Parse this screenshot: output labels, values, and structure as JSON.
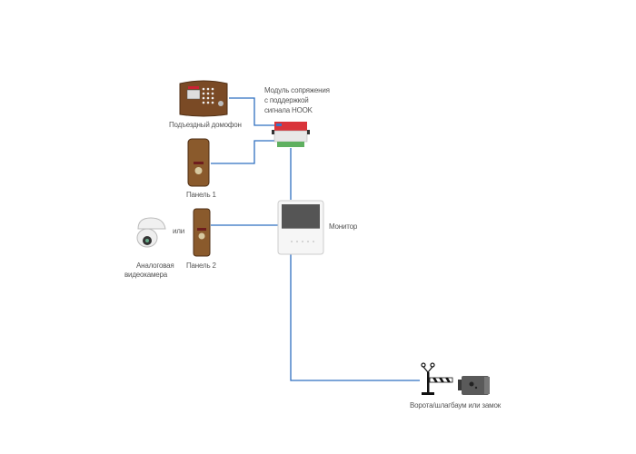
{
  "labels": {
    "entrance_intercom": "Подъездный домофон",
    "module_line1": "Модуль сопряжения",
    "module_line2": "с поддержкой",
    "module_line3": "сигнала HOOK",
    "panel1": "Панель 1",
    "or": "или",
    "monitor": "Монитор",
    "camera_line1": "Аналоговая",
    "camera_line2": "видеокамера",
    "panel2": "Панель 2",
    "gate": "Ворота/шлагбаум или замок"
  },
  "colors": {
    "wire": "#2f6fc0",
    "bronze": "#7a4a25",
    "module_red": "#d9343a"
  }
}
